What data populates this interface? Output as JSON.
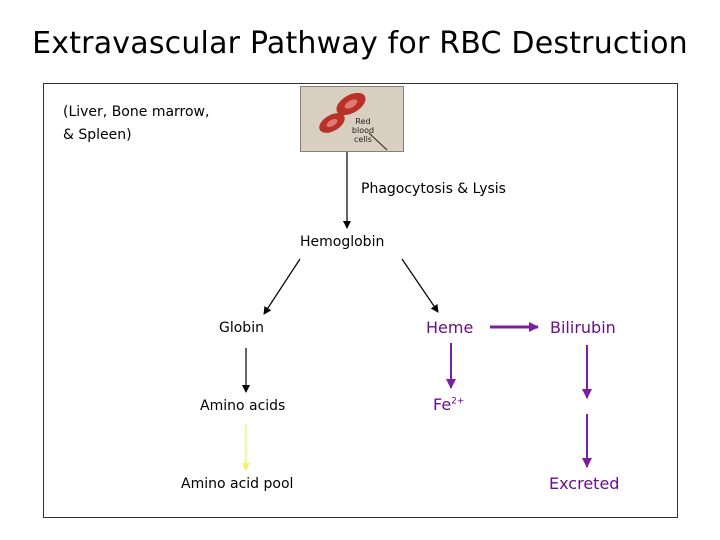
{
  "title": "Extravascular Pathway for RBC Destruction",
  "location": {
    "line1": "(Liver, Bone marrow,",
    "line2": "& Spleen)"
  },
  "image": {
    "caption_line1": "Red blood",
    "caption_line2": "cells"
  },
  "nodes": {
    "phagocytosis": "Phagocytosis & Lysis",
    "hemoglobin": "Hemoglobin",
    "globin": "Globin",
    "amino_acids": "Amino acids",
    "amino_acid_pool": "Amino acid pool",
    "heme": "Heme",
    "bilirubin": "Bilirubin",
    "fe": "Fe",
    "fe_charge": "2+",
    "excreted": "Excreted"
  },
  "colors": {
    "purple": "#7a1fa2",
    "black": "#000000",
    "yellow": "#f2f26a"
  }
}
